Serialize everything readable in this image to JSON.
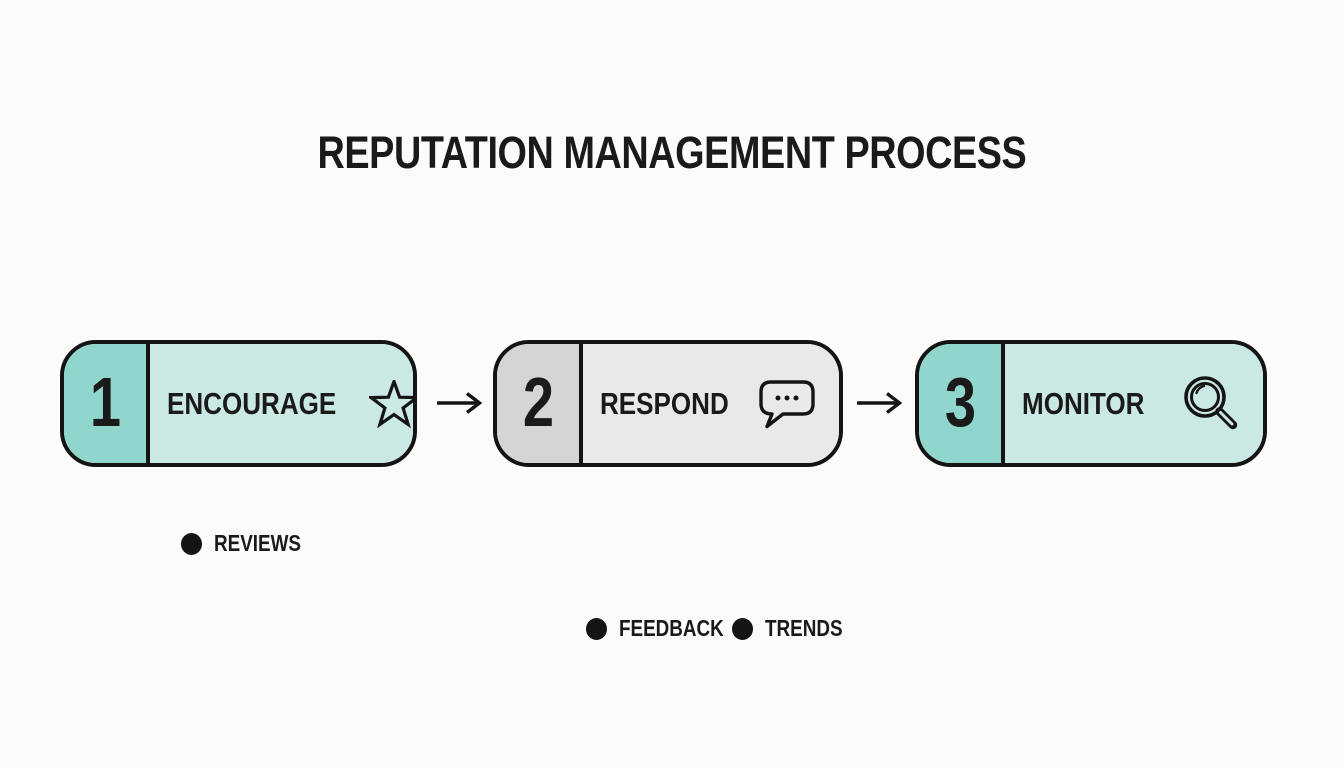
{
  "title": "REPUTATION MANAGEMENT PROCESS",
  "steps": [
    {
      "number": "1",
      "label": "ENCOURAGE",
      "icon": "star-icon",
      "theme": "teal"
    },
    {
      "number": "2",
      "label": "RESPOND",
      "icon": "speech-bubble-icon",
      "theme": "gray"
    },
    {
      "number": "3",
      "label": "MONITOR",
      "icon": "magnifier-icon",
      "theme": "teal"
    }
  ],
  "connectors": [
    {
      "icon": "arrow-right-icon"
    },
    {
      "icon": "arrow-right-icon"
    }
  ],
  "legend": [
    {
      "icon": "dot",
      "label": "REVIEWS"
    },
    {
      "icon": "dot",
      "label": "FEEDBACK"
    },
    {
      "icon": "dot",
      "label": "TRENDS"
    }
  ],
  "colors": {
    "background": "#fbfbf9",
    "text": "#1a1a1a",
    "outline": "#141414",
    "teal_segment": "#90d6cd",
    "teal_body": "#cbe9e4",
    "gray_segment": "#d5d5d4",
    "gray_body": "#e9e9e7"
  }
}
